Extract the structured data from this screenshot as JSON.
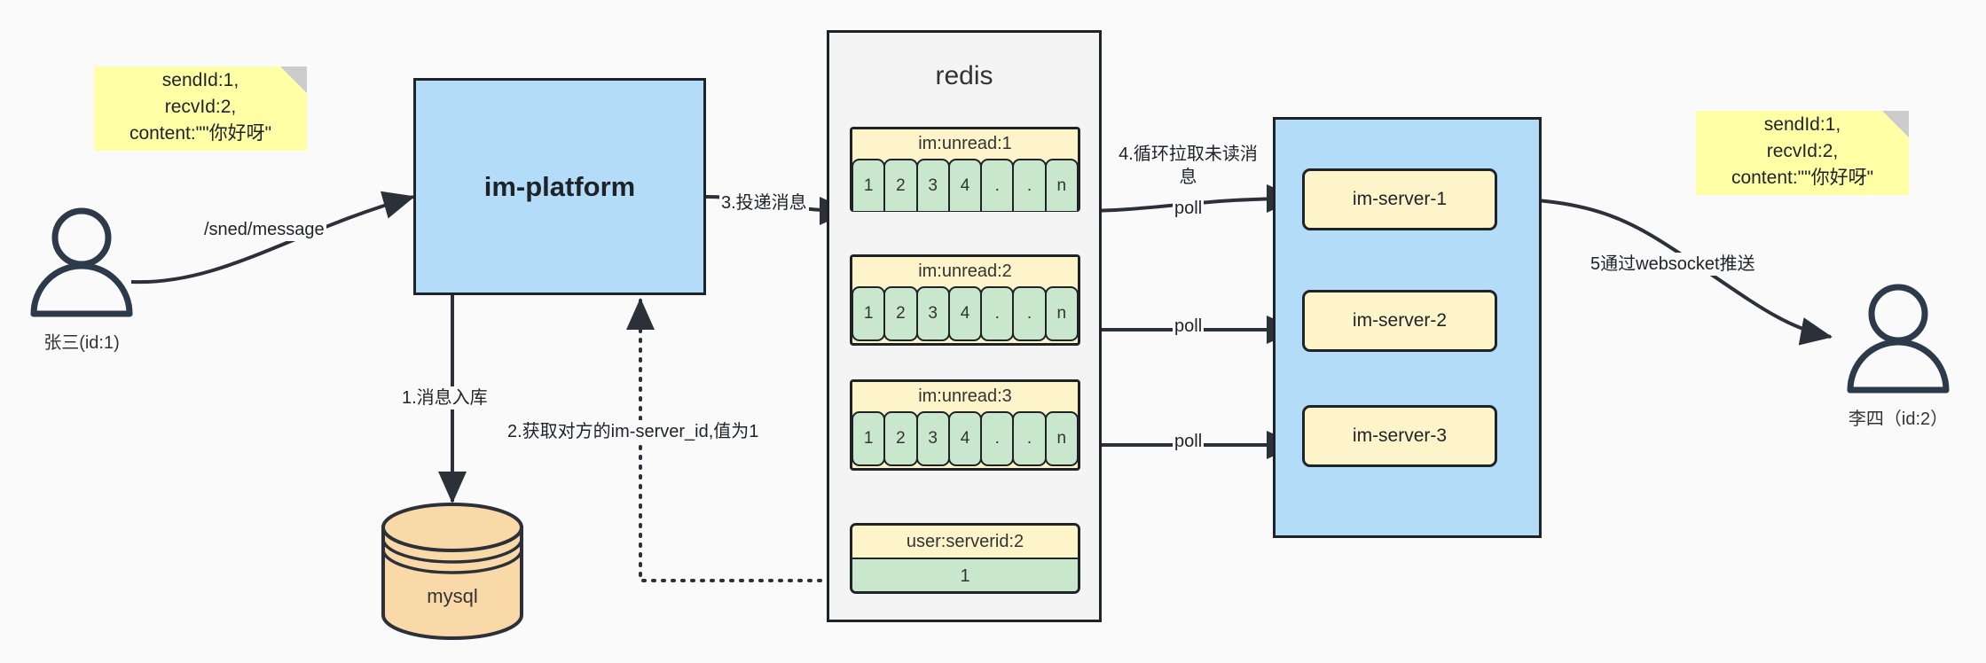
{
  "diagram": {
    "title": "IM message delivery architecture"
  },
  "actors": [
    {
      "name": "sender-actor",
      "label": "张三(id:1)"
    },
    {
      "name": "receiver-actor",
      "label": "李四（id:2）"
    }
  ],
  "notes": {
    "left": "sendId:1,\nrecvId:2,\ncontent:\"\"你好呀\"",
    "right": "sendId:1,\nrecvId:2,\ncontent:\"\"你好呀\""
  },
  "platform": {
    "label": "im-platform"
  },
  "database": {
    "label": "mysql"
  },
  "redis": {
    "title": "redis",
    "keys": [
      {
        "title": "im:unread:1",
        "cells": [
          "1",
          "2",
          "3",
          "4",
          ".",
          ".",
          "n"
        ],
        "style": "top-round"
      },
      {
        "title": "im:unread:2",
        "cells": [
          "1",
          "2",
          "3",
          "4",
          ".",
          ".",
          "n"
        ],
        "style": "all-round"
      },
      {
        "title": "im:unread:3",
        "cells": [
          "1",
          "2",
          "3",
          "4",
          ".",
          ".",
          "n"
        ],
        "style": "all-round"
      }
    ],
    "kv": {
      "key": "user:serverid:2",
      "value": "1"
    }
  },
  "servers": [
    {
      "label": "im-server-1"
    },
    {
      "label": "im-server-2"
    },
    {
      "label": "im-server-3"
    }
  ],
  "edges": {
    "send_message": "/sned/message",
    "step1": "1.消息入库",
    "step2": "2.获取对方的im-server_id,值为1",
    "step3": "3.投递消息",
    "step4": "4.循环拉取未读消\n息",
    "step5": "5通过websocket推送",
    "poll1": "poll",
    "poll2": "poll",
    "poll3": "poll"
  },
  "colors": {
    "note": "#ffffa6",
    "platform": "#b3dcf9",
    "server": "#fdf5c9",
    "cell": "#c9e7cd",
    "database": "#fad9a8",
    "stroke": "#1f2328",
    "background": "#fafafa"
  }
}
